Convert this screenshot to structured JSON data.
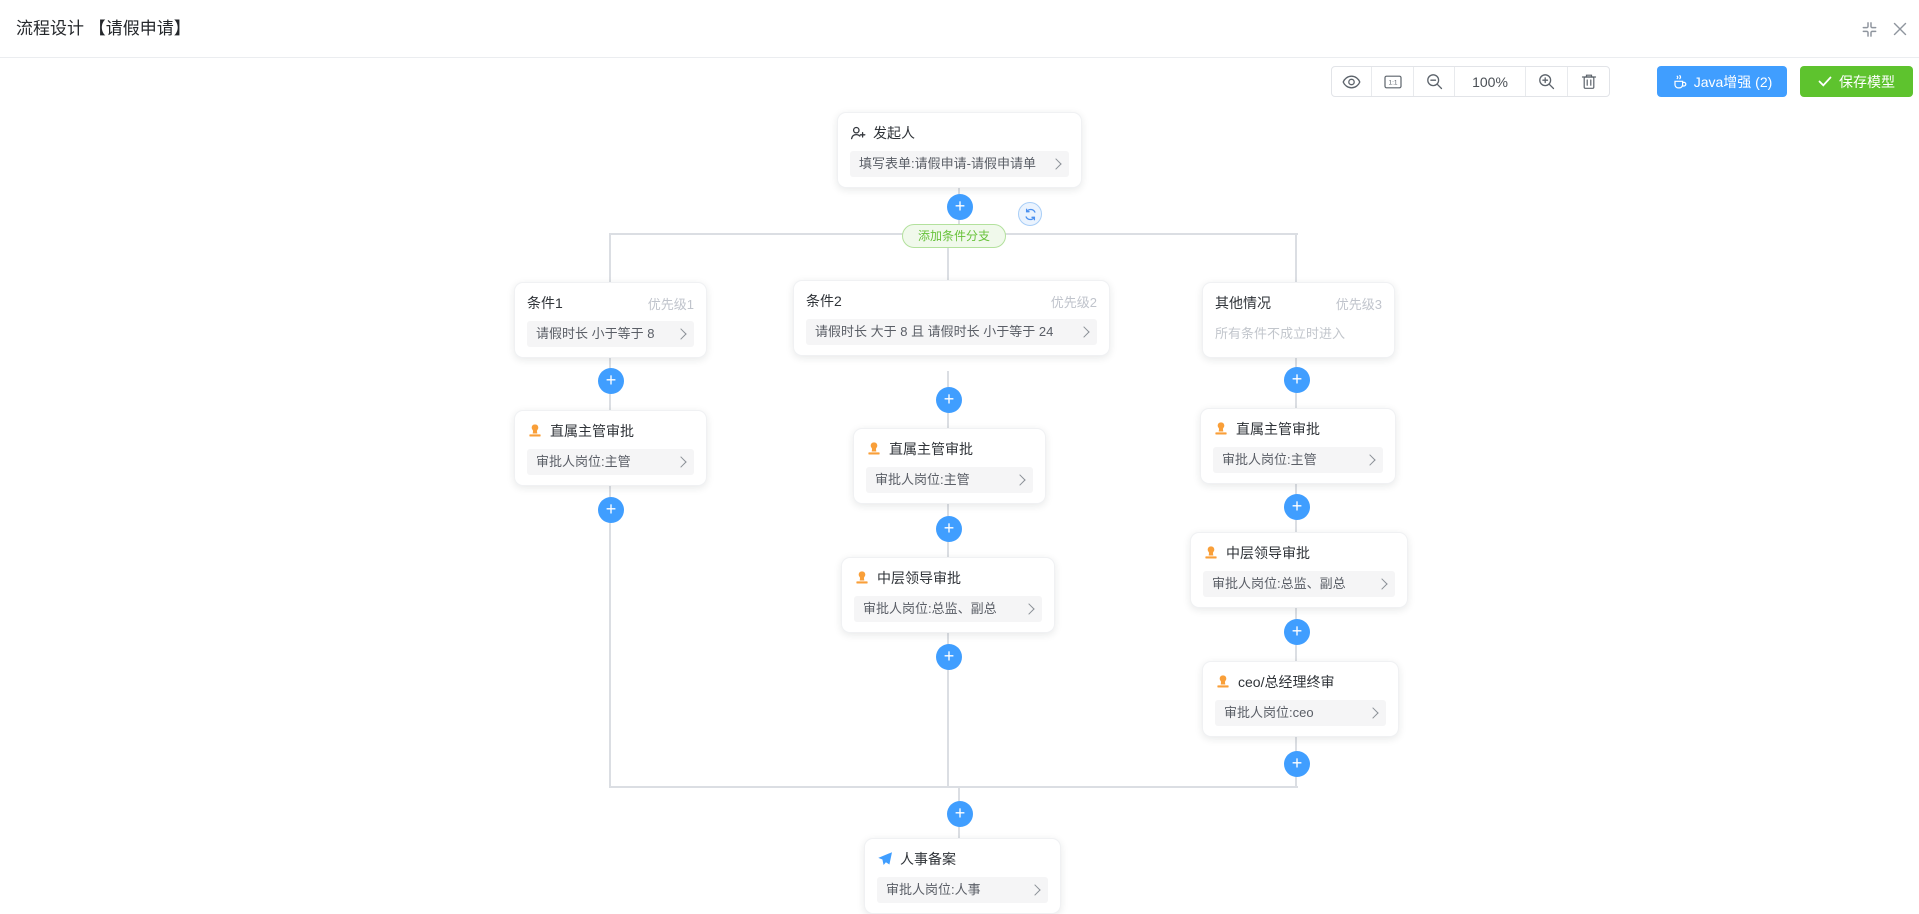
{
  "window": {
    "title": "流程设计 【请假申请】"
  },
  "toolbar": {
    "zoom_level": "100%",
    "java_label": "Java增强 (2)",
    "save_label": "保存模型"
  },
  "flow": {
    "start": {
      "title": "发起人",
      "body": "填写表单:请假申请-请假申请单"
    },
    "add_branch_label": "添加条件分支",
    "branches": [
      {
        "condition": {
          "title": "条件1",
          "priority": "优先级1",
          "body": "请假时长 小于等于 8"
        },
        "nodes": [
          {
            "title": "直属主管审批",
            "body": "审批人岗位:主管"
          }
        ]
      },
      {
        "condition": {
          "title": "条件2",
          "priority": "优先级2",
          "body": "请假时长 大于 8 且 请假时长 小于等于 24"
        },
        "nodes": [
          {
            "title": "直属主管审批",
            "body": "审批人岗位:主管"
          },
          {
            "title": "中层领导审批",
            "body": "审批人岗位:总监、副总"
          }
        ]
      },
      {
        "condition": {
          "title": "其他情况",
          "priority": "优先级3",
          "body": "所有条件不成立时进入"
        },
        "nodes": [
          {
            "title": "直属主管审批",
            "body": "审批人岗位:主管"
          },
          {
            "title": "中层领导审批",
            "body": "审批人岗位:总监、副总"
          },
          {
            "title": "ceo/总经理终审",
            "body": "审批人岗位:ceo"
          }
        ]
      }
    ],
    "end": {
      "title": "人事备案",
      "body": "审批人岗位:人事"
    }
  },
  "colors": {
    "accent_blue": "#409eff",
    "save_green": "#5ec32e",
    "branch_green": "#67c23a",
    "stamp_orange": "#f99f39",
    "line_gray": "#dbdee3"
  }
}
